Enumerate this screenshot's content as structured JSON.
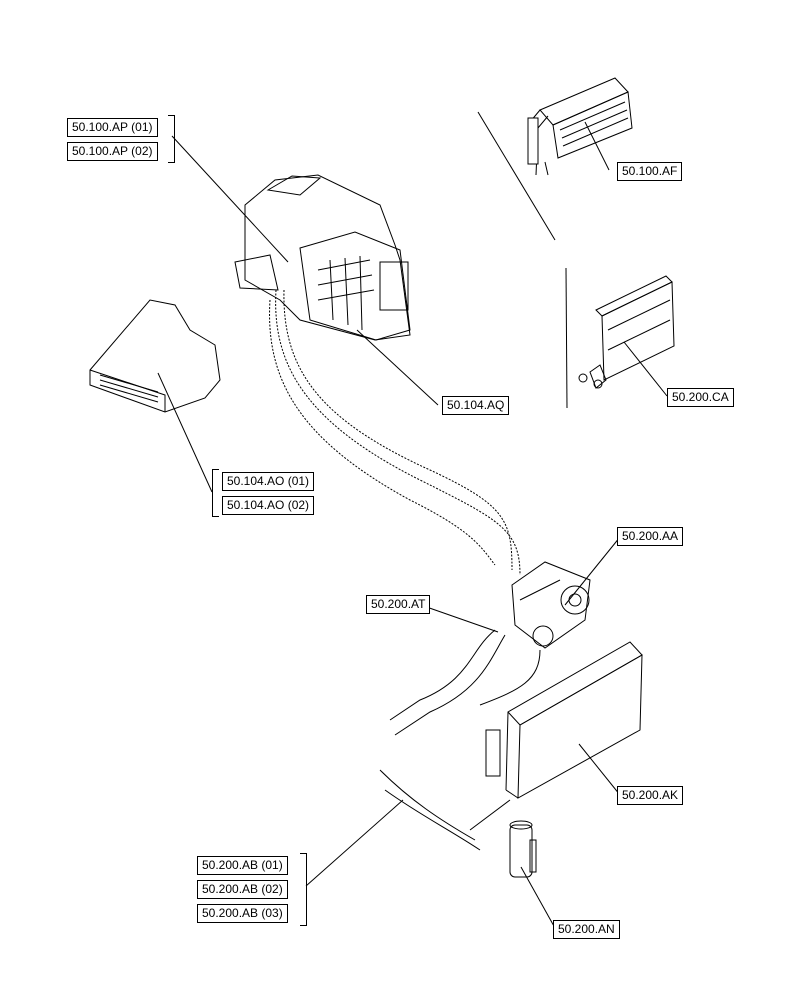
{
  "callouts": {
    "ap_01": "50.100.AP (01)",
    "ap_02": "50.100.AP (02)",
    "af": "50.100.AF",
    "aq": "50.104.AQ",
    "ca": "50.200.CA",
    "ao_01": "50.104.AO (01)",
    "ao_02": "50.104.AO (02)",
    "aa": "50.200.AA",
    "at": "50.200.AT",
    "ak": "50.200.AK",
    "ab_01": "50.200.AB (01)",
    "ab_02": "50.200.AB (02)",
    "ab_03": "50.200.AB (03)",
    "an": "50.200.AN"
  }
}
